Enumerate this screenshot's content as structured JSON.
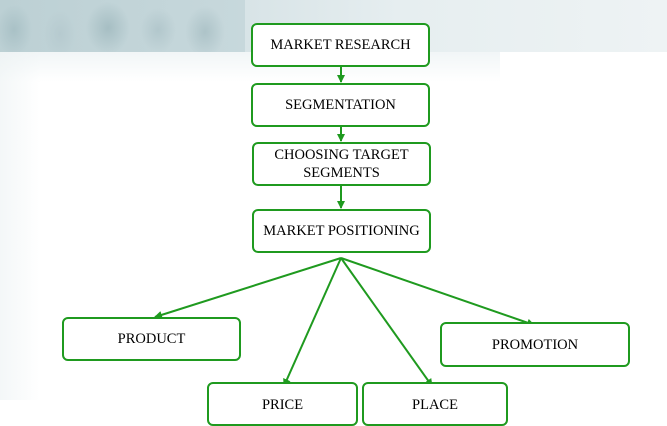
{
  "diagram": {
    "stroke_color": "#1f9a1f",
    "nodes": {
      "market_research": "MARKET RESEARCH",
      "segmentation": "SEGMENTATION",
      "choosing_target_segments": "CHOOSING TARGET SEGMENTS",
      "market_positioning": "MARKET POSITIONING",
      "product": "PRODUCT",
      "promotion": "PROMOTION",
      "price": "PRICE",
      "place": "PLACE"
    }
  }
}
